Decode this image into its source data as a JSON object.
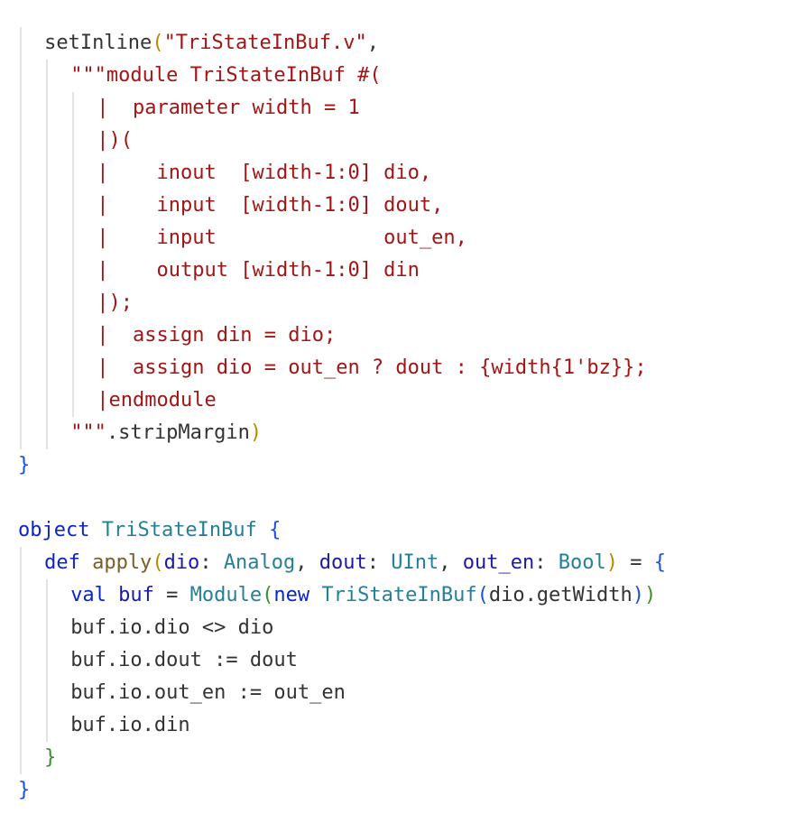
{
  "editor": {
    "lines": [
      {
        "indent": 2,
        "tokens": [
          {
            "t": "setInline",
            "c": "default"
          },
          {
            "t": "(",
            "c": "paren-y"
          },
          {
            "t": "\"TriStateInBuf.v\"",
            "c": "str"
          },
          {
            "t": ",",
            "c": "default"
          }
        ]
      },
      {
        "indent": 4,
        "tokens": [
          {
            "t": "\"\"\"module TriStateInBuf #(",
            "c": "str"
          }
        ]
      },
      {
        "indent": 6,
        "tokens": [
          {
            "t": "|  parameter width = 1",
            "c": "str"
          }
        ]
      },
      {
        "indent": 6,
        "tokens": [
          {
            "t": "|)(",
            "c": "str"
          }
        ]
      },
      {
        "indent": 6,
        "tokens": [
          {
            "t": "|    inout  [width-1:0] dio,",
            "c": "str"
          }
        ]
      },
      {
        "indent": 6,
        "tokens": [
          {
            "t": "|    input  [width-1:0] dout,",
            "c": "str"
          }
        ]
      },
      {
        "indent": 6,
        "tokens": [
          {
            "t": "|    input              out_en,",
            "c": "str"
          }
        ]
      },
      {
        "indent": 6,
        "tokens": [
          {
            "t": "|    output [width-1:0] din",
            "c": "str"
          }
        ]
      },
      {
        "indent": 6,
        "tokens": [
          {
            "t": "|);",
            "c": "str"
          }
        ]
      },
      {
        "indent": 6,
        "tokens": [
          {
            "t": "|  assign din = dio;",
            "c": "str"
          }
        ]
      },
      {
        "indent": 6,
        "tokens": [
          {
            "t": "|  assign dio = out_en ? dout : {width{1'bz}};",
            "c": "str"
          }
        ]
      },
      {
        "indent": 6,
        "tokens": [
          {
            "t": "|endmodule",
            "c": "str"
          }
        ]
      },
      {
        "indent": 4,
        "tokens": [
          {
            "t": "\"\"\"",
            "c": "str"
          },
          {
            "t": ".stripMargin",
            "c": "default"
          },
          {
            "t": ")",
            "c": "paren-y"
          }
        ]
      },
      {
        "indent": 0,
        "tokens": [
          {
            "t": "}",
            "c": "paren-b"
          }
        ]
      },
      {
        "indent": 0,
        "tokens": []
      },
      {
        "indent": 0,
        "tokens": [
          {
            "t": "object ",
            "c": "kw"
          },
          {
            "t": "TriStateInBuf",
            "c": "type"
          },
          {
            "t": " {",
            "c": "paren-b"
          }
        ]
      },
      {
        "indent": 2,
        "tokens": [
          {
            "t": "def ",
            "c": "kw"
          },
          {
            "t": "apply",
            "c": "fn"
          },
          {
            "t": "(",
            "c": "paren-y"
          },
          {
            "t": "dio",
            "c": "param"
          },
          {
            "t": ": ",
            "c": "default"
          },
          {
            "t": "Analog",
            "c": "type"
          },
          {
            "t": ", ",
            "c": "default"
          },
          {
            "t": "dout",
            "c": "param"
          },
          {
            "t": ": ",
            "c": "default"
          },
          {
            "t": "UInt",
            "c": "type"
          },
          {
            "t": ", ",
            "c": "default"
          },
          {
            "t": "out_en",
            "c": "param"
          },
          {
            "t": ": ",
            "c": "default"
          },
          {
            "t": "Bool",
            "c": "type"
          },
          {
            "t": ")",
            "c": "paren-y"
          },
          {
            "t": " = ",
            "c": "default"
          },
          {
            "t": "{",
            "c": "paren-b"
          }
        ]
      },
      {
        "indent": 4,
        "tokens": [
          {
            "t": "val ",
            "c": "kw"
          },
          {
            "t": "buf",
            "c": "param"
          },
          {
            "t": " = ",
            "c": "default"
          },
          {
            "t": "Module",
            "c": "type"
          },
          {
            "t": "(",
            "c": "paren-g"
          },
          {
            "t": "new ",
            "c": "kw"
          },
          {
            "t": "TriStateInBuf",
            "c": "type"
          },
          {
            "t": "(",
            "c": "paren-b"
          },
          {
            "t": "dio.getWidth",
            "c": "default"
          },
          {
            "t": ")",
            "c": "paren-b"
          },
          {
            "t": ")",
            "c": "paren-g"
          }
        ]
      },
      {
        "indent": 4,
        "tokens": [
          {
            "t": "buf.io.dio <> dio",
            "c": "default"
          }
        ]
      },
      {
        "indent": 4,
        "tokens": [
          {
            "t": "buf.io.dout := dout",
            "c": "default"
          }
        ]
      },
      {
        "indent": 4,
        "tokens": [
          {
            "t": "buf.io.out_en := out_en",
            "c": "default"
          }
        ]
      },
      {
        "indent": 4,
        "tokens": [
          {
            "t": "buf.io.din",
            "c": "default"
          }
        ]
      },
      {
        "indent": 2,
        "tokens": [
          {
            "t": "}",
            "c": "paren-g"
          }
        ]
      },
      {
        "indent": 0,
        "tokens": [
          {
            "t": "}",
            "c": "paren-b"
          }
        ]
      }
    ]
  }
}
